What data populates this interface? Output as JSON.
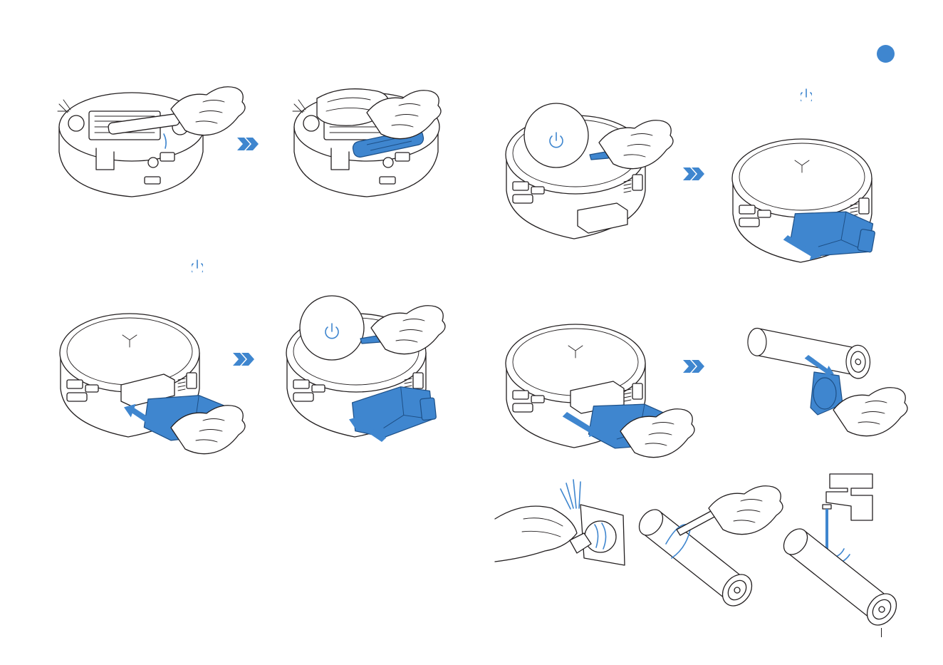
{
  "theme": {
    "accent": "#3f86cf",
    "accent_dark": "#1d4f86",
    "line": "#231f20"
  },
  "icons": {
    "next_step": "double-chevron-right-icon",
    "power": "power-icon",
    "step_marker": "filled-circle-icon"
  },
  "page": {
    "illustrations": [
      "robot-underside-remove-brush",
      "robot-underside-clean-brush",
      "robot-insert-tank",
      "robot-press-power-tank-installed",
      "robot-press-power",
      "robot-tank-pulled-out",
      "robot-slide-out-tank",
      "filter-cap-removal",
      "filter-brush-cleaning",
      "filter-wipe",
      "filter-rinse-under-tap"
    ]
  }
}
